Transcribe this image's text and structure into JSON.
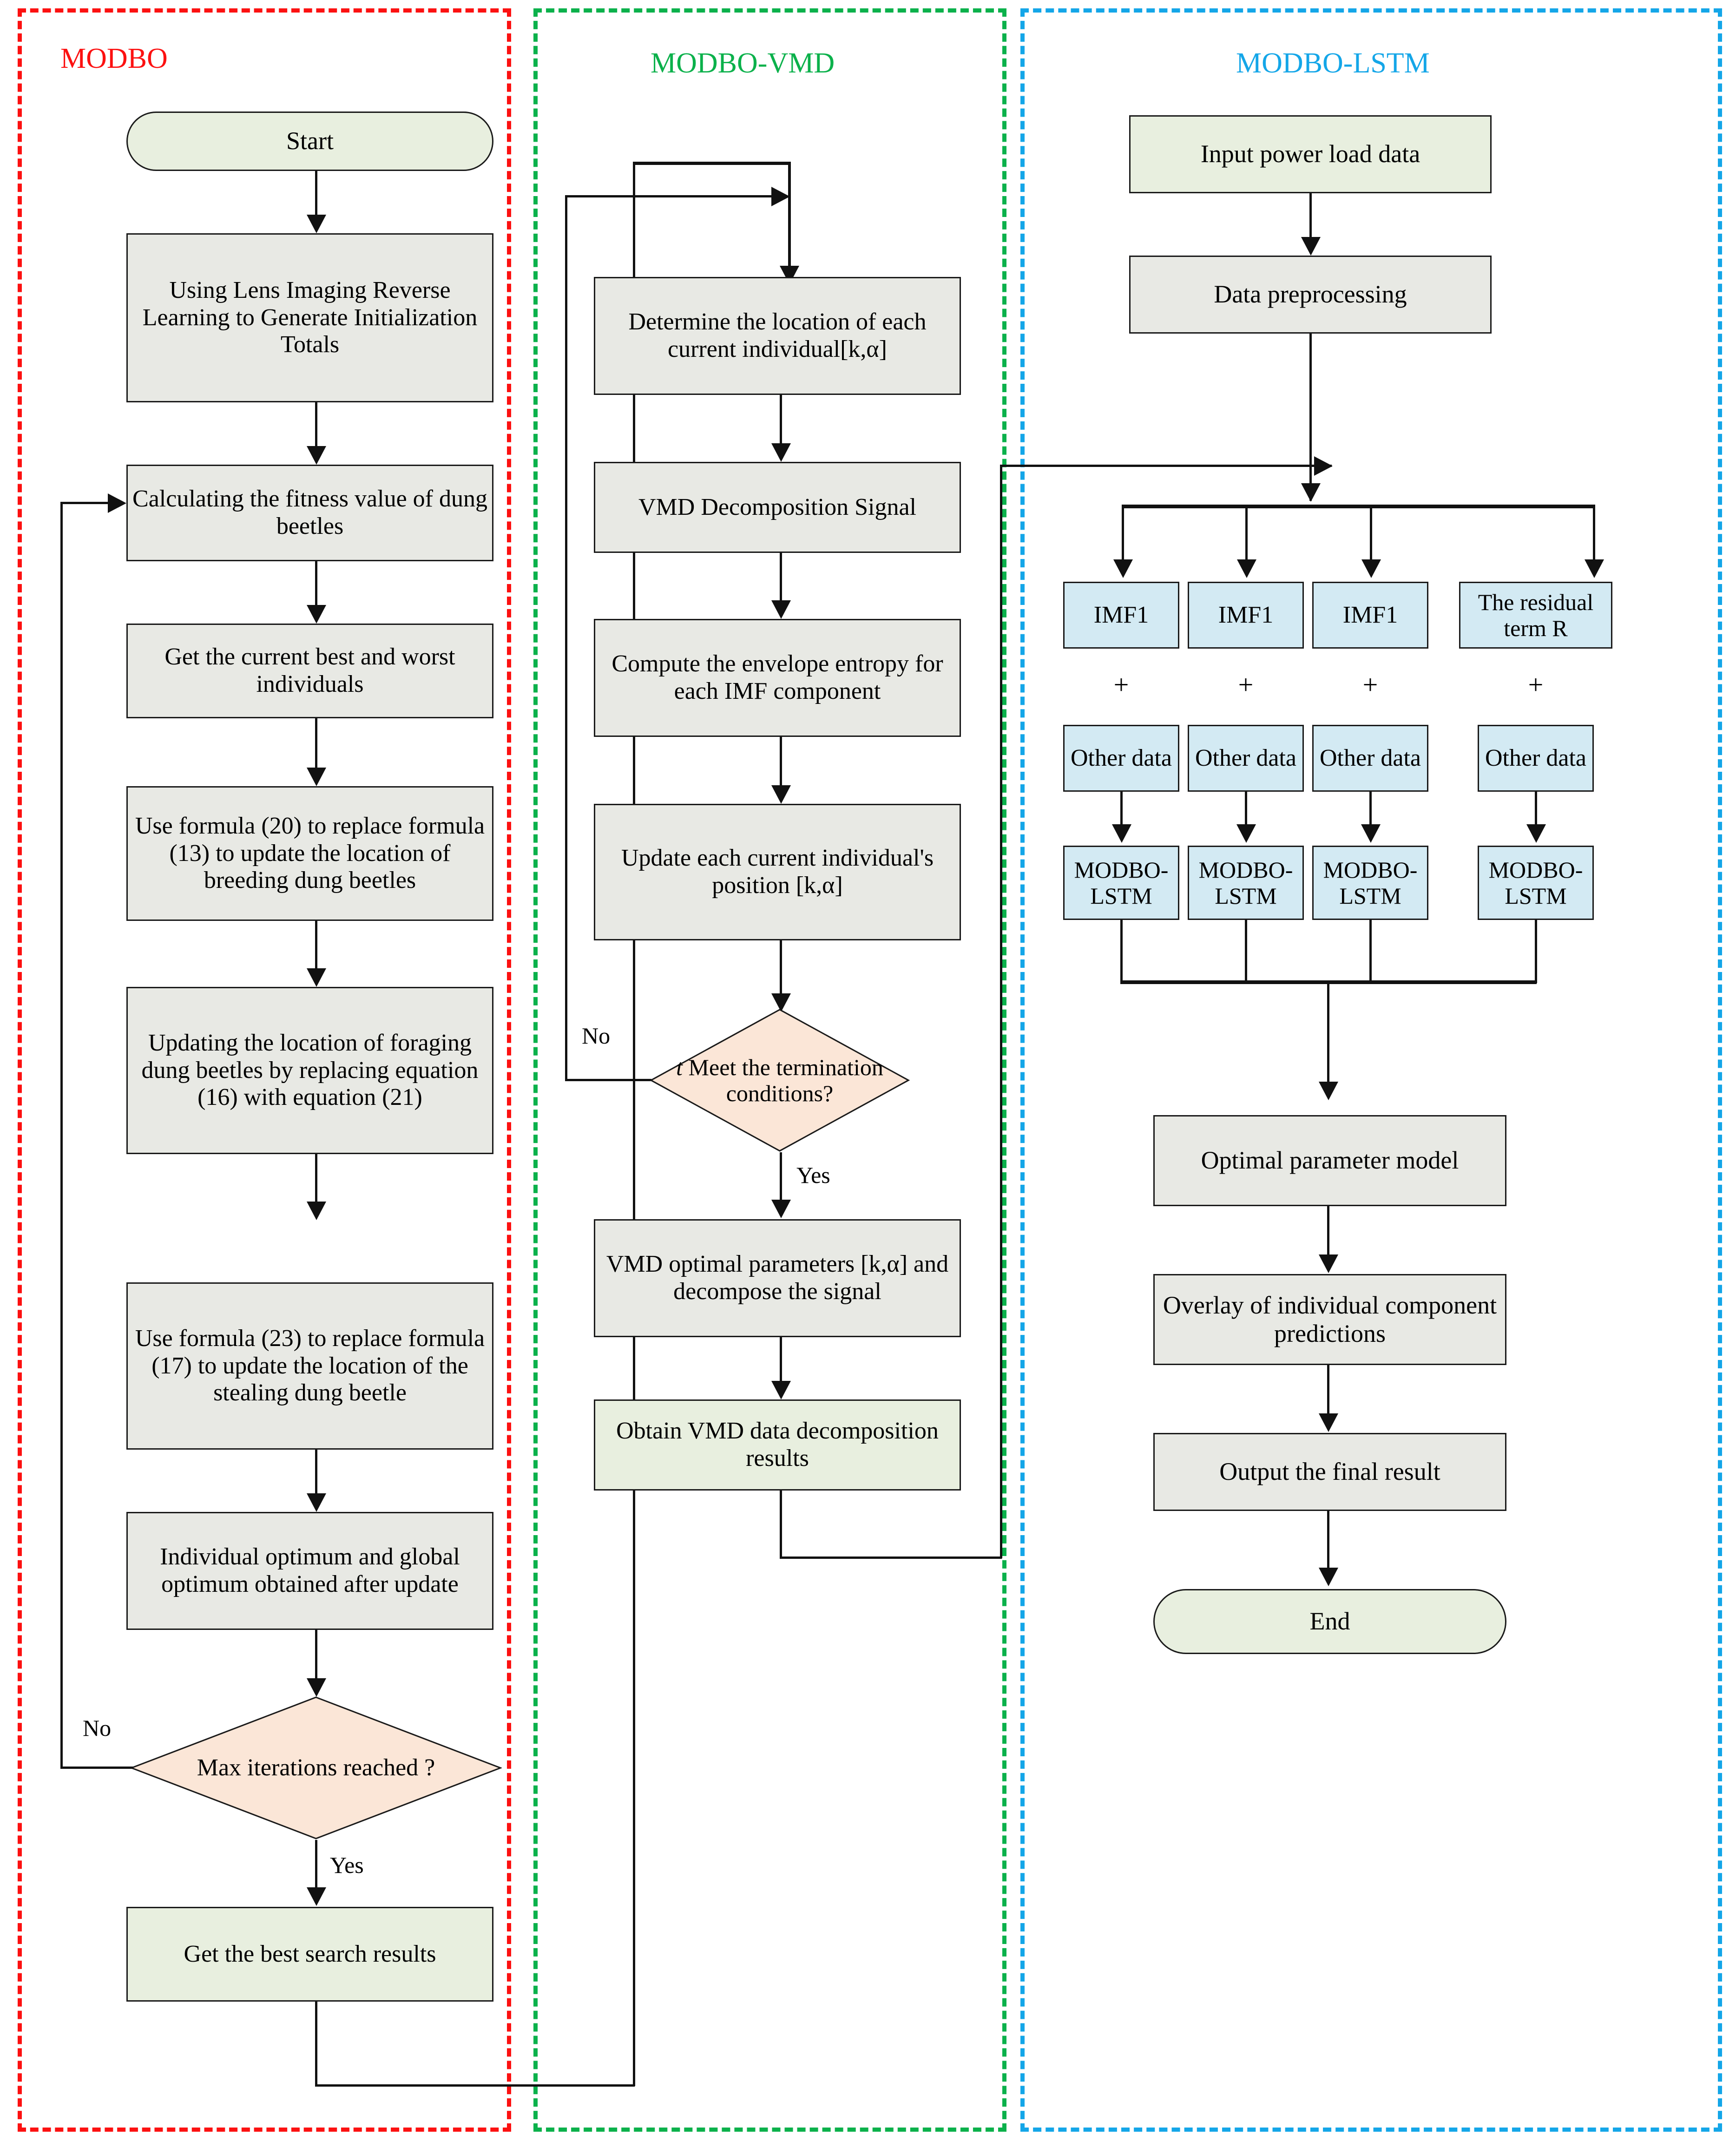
{
  "sections": [
    {
      "key": "modbo",
      "title": "MODBO",
      "color": "#fc1111"
    },
    {
      "key": "modbo_vmd",
      "title": "MODBO-VMD",
      "color": "#0bb14b"
    },
    {
      "key": "modbo_lstm",
      "title": "MODBO-LSTM",
      "color": "#14a6e8"
    }
  ],
  "palette": {
    "gray_fill": "#e8e9e4",
    "green_fill": "#e8efdf",
    "blue_fill": "#d3eaf3",
    "diamond_fill": "#fbe6d7",
    "stroke": "#1a1a1a"
  },
  "modbo": {
    "start": "Start",
    "init": "Using Lens Imaging Reverse Learning to Generate Initialization Totals",
    "fitness": "Calculating the fitness value of dung beetles",
    "best_worst": "Get the current best and worst individuals",
    "breeding": "Use formula (20) to replace formula (13) to update the location of breeding dung beetles",
    "foraging": "Updating the location of foraging dung beetles by replacing equation (16) with equation (21)",
    "stealing": "Use formula (23) to replace formula (17) to update the location of the stealing dung beetle",
    "optimum": "Individual optimum and global optimum obtained after update",
    "decision": "Max iterations reached ?",
    "decision_no": "No",
    "decision_yes": "Yes",
    "best_results": "Get the best search results"
  },
  "modbo_vmd": {
    "determine": "Determine the location of each current individual[k,α]",
    "vmd_decomp": "VMD Decomposition Signal",
    "envelope": "Compute the envelope entropy for each IMF component",
    "update_pos": "Update each current individual's position [k,α]",
    "decision_pre": "t",
    "decision": " Meet the termination conditions?",
    "decision_no": "No",
    "decision_yes": "Yes",
    "optimal_params": "VMD optimal parameters [k,α] and decompose the signal",
    "obtain_results": "Obtain VMD data decomposition results"
  },
  "modbo_lstm": {
    "input": "Input power load data",
    "preprocess": "Data preprocessing",
    "components": [
      {
        "label": "IMF1",
        "plus": "+",
        "other": "Other data",
        "model": "MODBO-LSTM"
      },
      {
        "label": "IMF1",
        "plus": "+",
        "other": "Other data",
        "model": "MODBO-LSTM"
      },
      {
        "label": "IMF1",
        "plus": "+",
        "other": "Other data",
        "model": "MODBO-LSTM"
      },
      {
        "label": "The residual term R",
        "plus": "+",
        "other": "Other data",
        "model": "MODBO-LSTM"
      }
    ],
    "optimal_model": "Optimal parameter model",
    "overlay": "Overlay of individual component predictions",
    "output": "Output the final result",
    "end": "End"
  }
}
